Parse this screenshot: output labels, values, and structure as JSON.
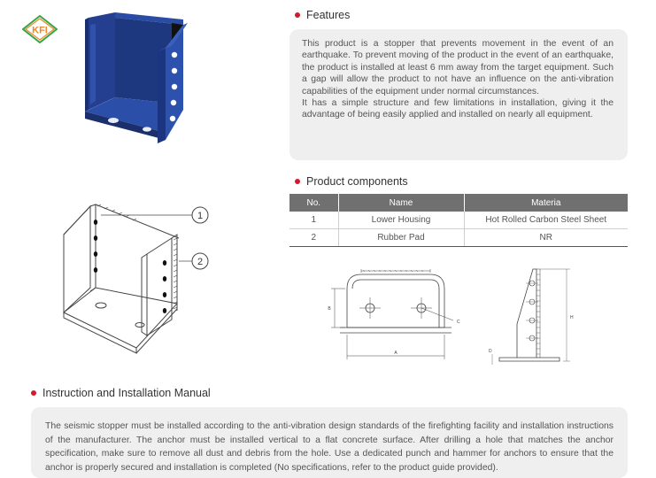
{
  "logo": {
    "text": "KFI",
    "colors": {
      "orange": "#e8892b",
      "green": "#39a545"
    }
  },
  "features": {
    "title": "Features",
    "paragraph1": "This product is a stopper that prevents movement in the event of an earthquake. To prevent moving of the product in the event of an earthquake, the product is installed at least 6 mm away from the target equipment. Such a gap will allow the product to not have an influence on the anti-vibration capabilities of the equipment under normal circumstances.",
    "paragraph2": "It has a simple structure and few limitations in installation, giving it the advantage of being easily applied and installed on nearly all equipment."
  },
  "components": {
    "title": "Product components",
    "headers": [
      "No.",
      "Name",
      "Materia"
    ],
    "rows": [
      [
        "1",
        "Lower Housing",
        "Hot Rolled Carbon Steel Sheet"
      ],
      [
        "2",
        "Rubber Pad",
        "NR"
      ]
    ]
  },
  "drawing": {
    "callouts": [
      "1",
      "2"
    ]
  },
  "dimensions": {
    "a": "A",
    "b": "B",
    "c": "C",
    "d": "D",
    "h": "H"
  },
  "manual": {
    "title": "Instruction and Installation Manual",
    "text": "The seismic stopper must be installed according to the anti-vibration design standards of the firefighting facility and installation instructions of the manufacturer. The anchor must be installed vertical to a flat concrete surface. After drilling a hole that matches the anchor specification, make sure to remove all dust and debris from the hole. Use a dedicated punch and hammer for anchors to ensure that the anchor is properly secured and installation is completed (No specifications, refer to the product guide provided)."
  },
  "colors": {
    "accent_dot": "#d3192b",
    "box_bg": "#efefef",
    "table_header": "#707070",
    "product_blue": "#1f3f8f"
  }
}
